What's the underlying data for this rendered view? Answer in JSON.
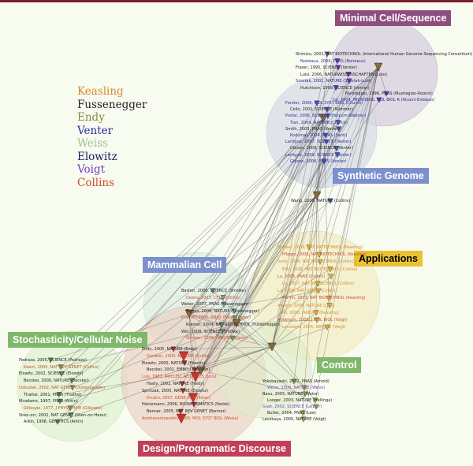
{
  "legend": [
    {
      "name": "Keasling",
      "color": "#d58a2a"
    },
    {
      "name": "Fussenegger",
      "color": "#222222"
    },
    {
      "name": "Endy",
      "color": "#8a8a3a"
    },
    {
      "name": "Venter",
      "color": "#2a2a9a"
    },
    {
      "name": "Weiss",
      "color": "#9cc88a"
    },
    {
      "name": "Elowitz",
      "color": "#1a1a5a"
    },
    {
      "name": "Voigt",
      "color": "#7a3ac8"
    },
    {
      "name": "Collins",
      "color": "#c8502a"
    }
  ],
  "clusters": {
    "minimal_cell": {
      "label": "Minimal Cell/Sequence",
      "color": "#8e4e7e"
    },
    "synthetic_genome": {
      "label": "Synthetic Genome",
      "color": "#7b90cc"
    },
    "applications": {
      "label": "Applications",
      "color": "#e8c234"
    },
    "mammalian_cell": {
      "label": "Mammalian Cell",
      "color": "#7b90cc"
    },
    "stochasticity": {
      "label": "Stochasticity/Cellular Noise",
      "color": "#7fb86a"
    },
    "control": {
      "label": "Control",
      "color": "#7fb86a"
    },
    "design": {
      "label": "Design/Programatic Discourse",
      "color": "#c0405a"
    }
  },
  "node_labels": {
    "minimal": [
      "Shimizu, 2001, NAT BIOTECHNOL (International Human Genome Sequencing Consortium)",
      "Noireaux, 2004, PNAS (Noireaux)",
      "Fraser, 1995, SCIENCE (Venter)",
      "Luisi, 2006, NATURWISSENSCHAFTEN (Luisi)",
      "Szostak, 2001, NATURE (Szostak-Luisi)",
      "Hutchison, 1999, SCIENCE (Venter)",
      "Mushegian, 1996, PNAS (Mushegian-Koonin)",
      "Gil, 2004, MICROBIOL MOL BIOL R (Alcami-Esteban)"
    ],
    "genome": [
      "Forster, 2006, MOL SYST BIOL (Church)",
      "Cello, 2002, SCIENCE (Wimmer)",
      "Posfai, 2006, SCIENCE (Harcum-Blattner)",
      "Tian, 2004, NATURE (Church)",
      "Smith, 2003, PNAS (Venter)",
      "Kodumal, 2004, PNAS (Santi)",
      "Lartigue, 2007, SCIENCE (Venter)",
      "Gibson, 2008, SCIENCE (Venter)",
      "Lartigue, 2009, SCIENCE (Venter)",
      "Gibson, 2008, PNAS (Venter)",
      "Wang, 2009, NATURE (Collins)"
    ],
    "applications": [
      "Dueber, 2009, NAT BIOTECHNOL (Keasling)",
      "Pfleger, 2006, NAT BIOTECHNOL (Keasling)",
      "Saito, 2009, NAT BIOTECHNOL (Collins)",
      "Ellis, 2009, NAT BIOTECHNOL (Collins)",
      "Lu, 2009, PNAS (Collins)",
      "Lu, 2007, NAT BIOTECHNOL (Collins)",
      "Lu, 2009, NAT GENET (Collins)",
      "Martin, 2003, NAT BIOTECHNOL (Keasling)",
      "Atsumi, 2008, NATURE (Liao)",
      "Ro, 2006, NATURE (Keasling)",
      "Anderson, 2006, J MOL BIOL (Voigt)",
      "Levskaya, 2005, NATURE (Voigt)"
    ],
    "mammalian": [
      "Basher, 2008, SCIENCE (Smolke)",
      "Deans, 2007, CELL (Collins)",
      "Weber, 2007, PNAS (Fussenegger)",
      "Tigges, 2009, NATURE (Fussenegger)",
      "Kramer, 2005, PNAS (Fussenegger)",
      "Kramer, 2004, NAT BIOTECHNOL (Fussenegger)",
      "Win, 2008, SCIENCE (Smolke)",
      "Stricker, 2008, NATURE (Hasty)"
    ],
    "stochastic": [
      "Pedraza, 2005, SCIENCE (Pedraza)",
      "Kaern, 2005, NAT REV GENET (Collins)",
      "Elowitz, 2002, SCIENCE (Elowitz)",
      "Becskei, 2000, NATURE (Becskei)",
      "Ozbudak, 2002, NAT GENET (Oudenaarden)",
      "Thattai, 2001, PNAS (Thattai)",
      "Mcadams, 1997, PNAS (Arkin)",
      "Gillespie, 1977, J PHYS CHEM (Gillespie)",
      "Shen-orr, 2002, NAT GENET (Shen-orr-Herer)",
      "Arkin, 1998, GENETICS (Arkin)"
    ],
    "control": [
      "Yokobayashi, 2002, PNAS (Arnold)",
      "Weiss, 2000, NATURE (Weiss)",
      "Basu, 2005, NATURE (Weiss)",
      "Looger, 2003, NATURE (Hellinga)",
      "Guet, 2002, SCIENCE (Leibler)",
      "Butler, 2004, PNAS (Lee)",
      "Levskaya, 2005, NATURE (Voigt)"
    ],
    "design": [
      "Endy, 2005, NATURE (Endy)",
      "Gardner, 2000, NATURE (Collins)",
      "Elowitz, 2000, NATURE (Elowitz)",
      "Becskei, 2001, EMBO J (Becskei)",
      "Luis, 1982, NUCLEIC ACIDS RES (Luis)",
      "Hasty, 2002, NATURE (Hasty)",
      "Sprinzak, 2005, NATURE (Elowitz)",
      "Drubin, 2007, GENE DEV (Silver)",
      "Heinemann, 2006, BIOINFORMATICS (Panke)",
      "Benner, 2005, NAT REV GENET (Benner)",
      "Andrianantoandro, 2006, MOL SYST BIOL (Weiss)"
    ]
  }
}
